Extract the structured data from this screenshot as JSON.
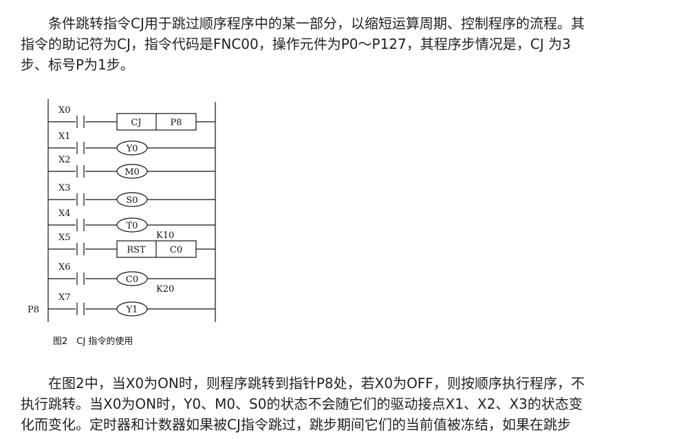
{
  "paragraph1": {
    "lines": [
      "条件跳转指令CJ用于跳过顺序程序中的某一部分，以缩短运算周期、控制程序的流程。其",
      "指令的助记符为CJ，指令代码是FNC00，操作元件为P0～P127，其程序步情况是，CJ 为3",
      "步、标号P为1步。"
    ]
  },
  "ladder": {
    "rungs": [
      {
        "contact": "X0",
        "box": [
          "CJ",
          "P8"
        ]
      },
      {
        "contact": "X1",
        "coil": "Y0"
      },
      {
        "contact": "X2",
        "coil": "M0"
      },
      {
        "contact": "X3",
        "coil": "S0"
      },
      {
        "contact": "X4",
        "coil": "T0",
        "setting": "K10"
      },
      {
        "contact": "X5",
        "box": [
          "RST",
          "C0"
        ]
      },
      {
        "contact": "X6",
        "coil": "C0",
        "setting": "K20"
      },
      {
        "contact": "X7",
        "coil": "Y1",
        "pointer": "P8"
      }
    ]
  },
  "caption": "图2　CJ 指令的使用",
  "paragraph2": {
    "lines": [
      "在图2中，当X0为ON时，则程序跳转到指针P8处，若X0为OFF，则按顺序执行程序，不",
      "执行跳转。当X0为ON时，Y0、M0、S0的状态不会随它们的驱动接点X1、X2、X3的状态变",
      "化而变化。定时器和计数器如果被CJ指令跳过，跳步期间它们的当前值被冻结，如果在跳步"
    ]
  }
}
